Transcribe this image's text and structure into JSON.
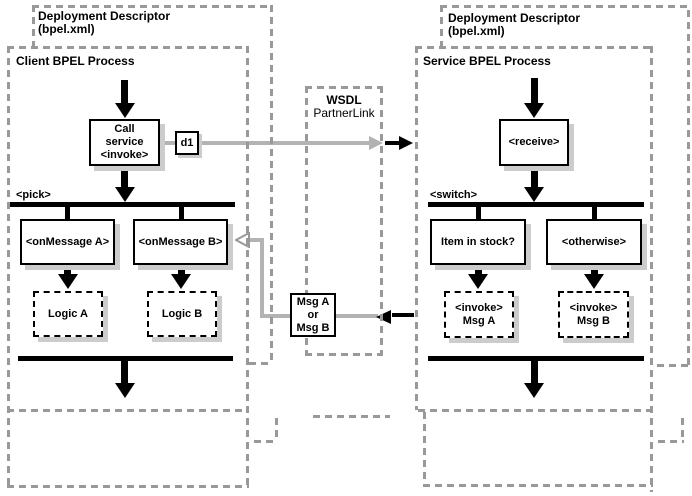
{
  "left_panel": {
    "deployment_title": "Deployment Descriptor",
    "deployment_subtitle": "(bpel.xml)",
    "process_title": "Client BPEL Process",
    "call_node": {
      "line1": "Call",
      "line2": "service",
      "line3": "<invoke>"
    },
    "d1_label": "d1",
    "pick_label": "<pick>",
    "onmessage_a_label": "<onMessage A>",
    "onmessage_b_label": "<onMessage B>",
    "logic_a_label": "Logic A",
    "logic_b_label": "Logic B"
  },
  "middle": {
    "wsdl_title": "WSDL",
    "wsdl_subtitle": "PartnerLink",
    "msg_node": {
      "line1": "Msg A",
      "line2": "or",
      "line3": "Msg B"
    }
  },
  "right_panel": {
    "deployment_title": "Deployment Descriptor",
    "deployment_subtitle": "(bpel.xml)",
    "process_title": "Service BPEL Process",
    "receive_label": "<receive>",
    "switch_label": "<switch>",
    "item_label": "Item in stock?",
    "otherwise_label": "<otherwise>",
    "invoke_a": {
      "line1": "<invoke>",
      "line2": "Msg A"
    },
    "invoke_b": {
      "line1": "<invoke>",
      "line2": "Msg B"
    }
  },
  "colors": {
    "dash_gray": "#999999",
    "connector_gray": "#b3b3b3",
    "shadow_gray": "#cccccc",
    "ink": "#000000",
    "background": "#ffffff"
  }
}
